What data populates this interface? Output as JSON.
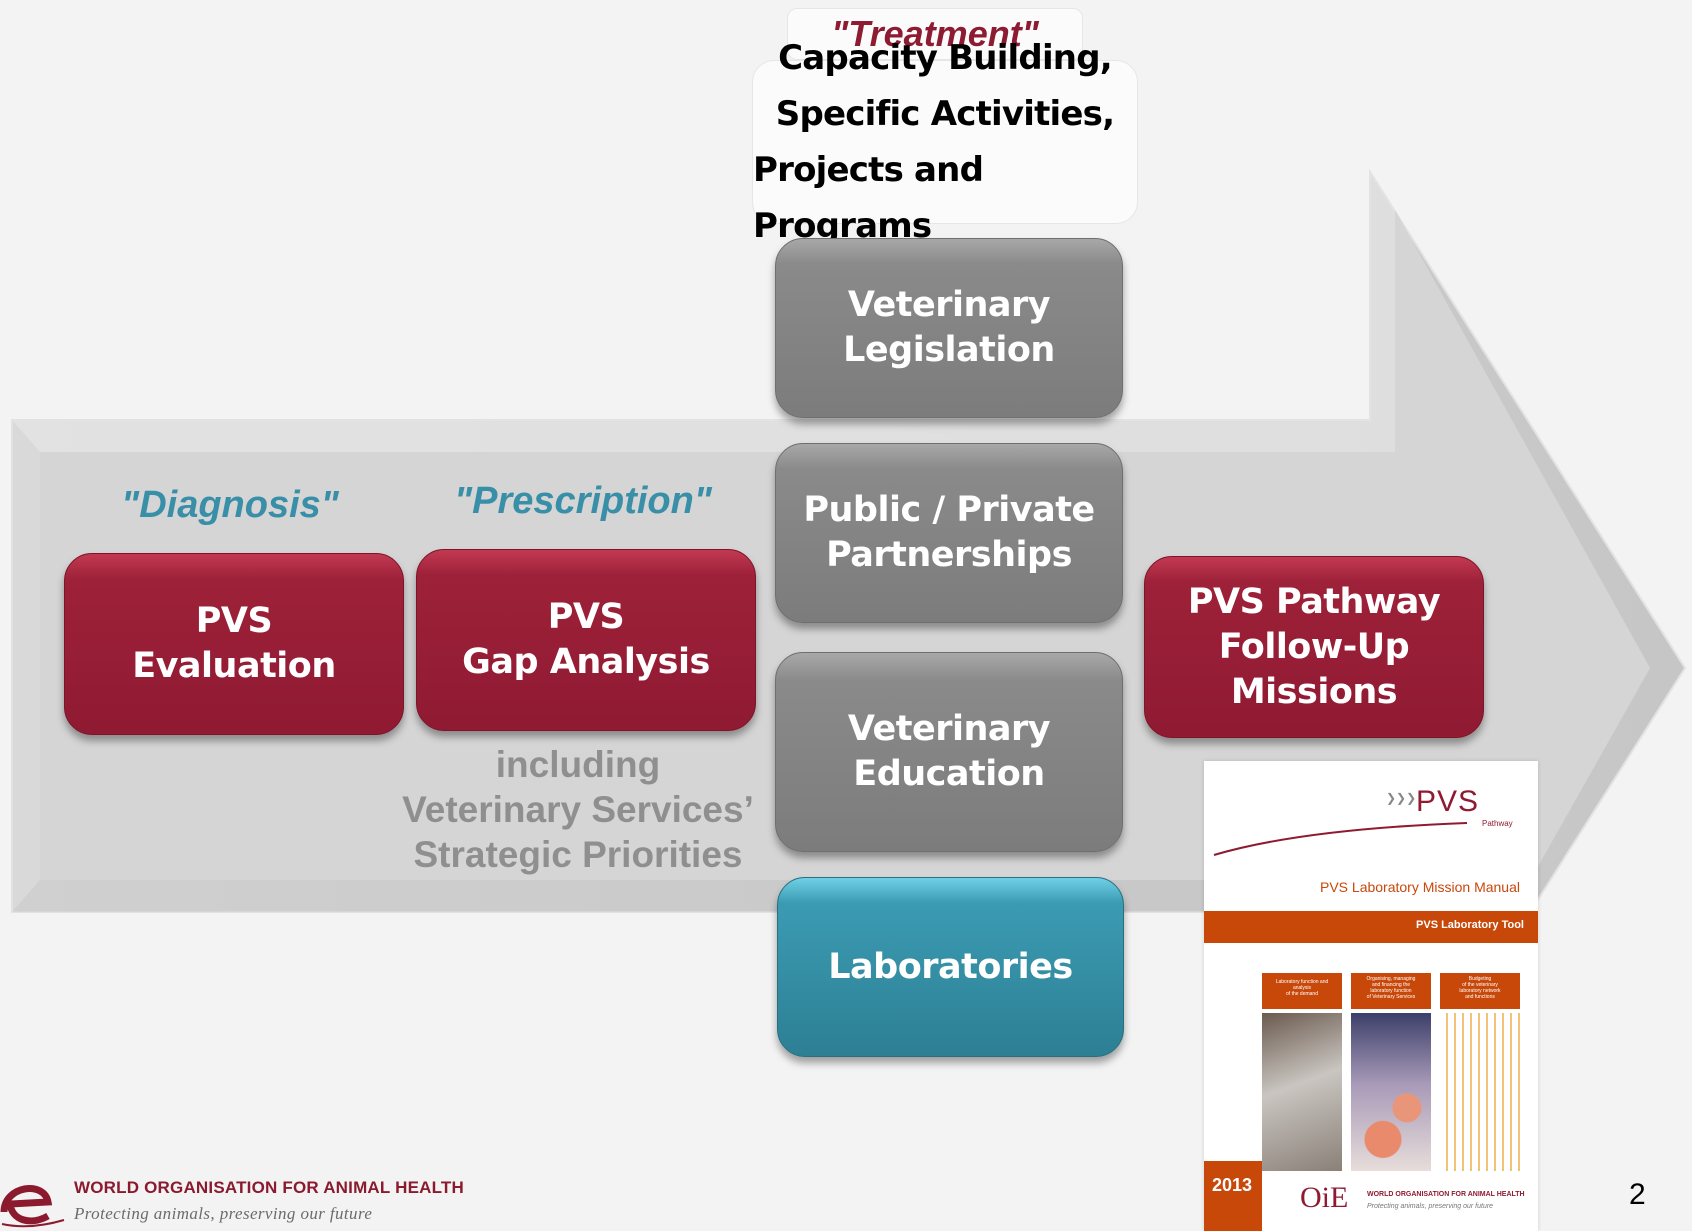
{
  "treatment": {
    "title": "\"Treatment\"",
    "lines": [
      "Capacity Building,",
      "Specific Activities,",
      "Projects and Programs"
    ]
  },
  "diagnosis_label": "\"Diagnosis\"",
  "prescription_label": "\"Prescription\"",
  "boxes": {
    "pvs_evaluation": [
      "PVS",
      "Evaluation"
    ],
    "gap_analysis": [
      "PVS",
      "Gap Analysis"
    ],
    "vet_legislation": [
      "Veterinary",
      "Legislation"
    ],
    "public_private": [
      "Public / Private",
      "Partnerships"
    ],
    "vet_education": [
      "Veterinary",
      "Education"
    ],
    "laboratories": [
      "Laboratories"
    ],
    "follow_up": [
      "PVS Pathway",
      "Follow-Up",
      "Missions"
    ]
  },
  "including": [
    "including",
    "Veterinary Services’",
    "Strategic Priorities"
  ],
  "manual": {
    "brand": "PVS",
    "brand_sub": "Pathway",
    "title": "PVS Laboratory Mission Manual",
    "band": "PVS Laboratory Tool",
    "columns": [
      [
        "Laboratory function and",
        "analysis",
        "of the demand"
      ],
      [
        "Organising, managing",
        "and financing the",
        "laboratory function",
        "of Veterinary Services"
      ],
      [
        "Budgeting",
        "of the veterinary",
        "laboratory network",
        "and functions"
      ]
    ],
    "year": "2013",
    "logo": "OiE",
    "org": "WORLD ORGANISATION FOR ANIMAL HEALTH",
    "tagline": "Protecting animals, preserving our future"
  },
  "footer": {
    "org": "WORLD ORGANISATION FOR ANIMAL HEALTH",
    "tagline": "Protecting animals, preserving our future"
  },
  "page_number": "2",
  "colors": {
    "red": "#9d2139",
    "gray": "#7f7f7f",
    "teal": "#2d7f94",
    "blue_label": "#3a8fa8",
    "orange": "#c8480a"
  }
}
